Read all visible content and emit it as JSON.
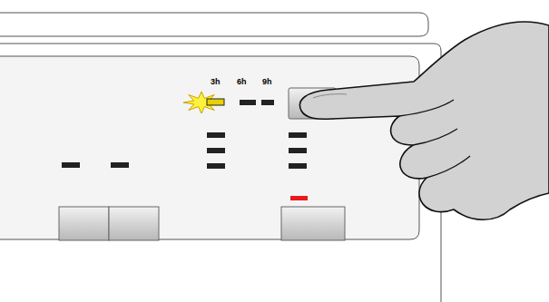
{
  "diagram": {
    "labels": [
      "3h",
      "6h",
      "9h"
    ]
  }
}
